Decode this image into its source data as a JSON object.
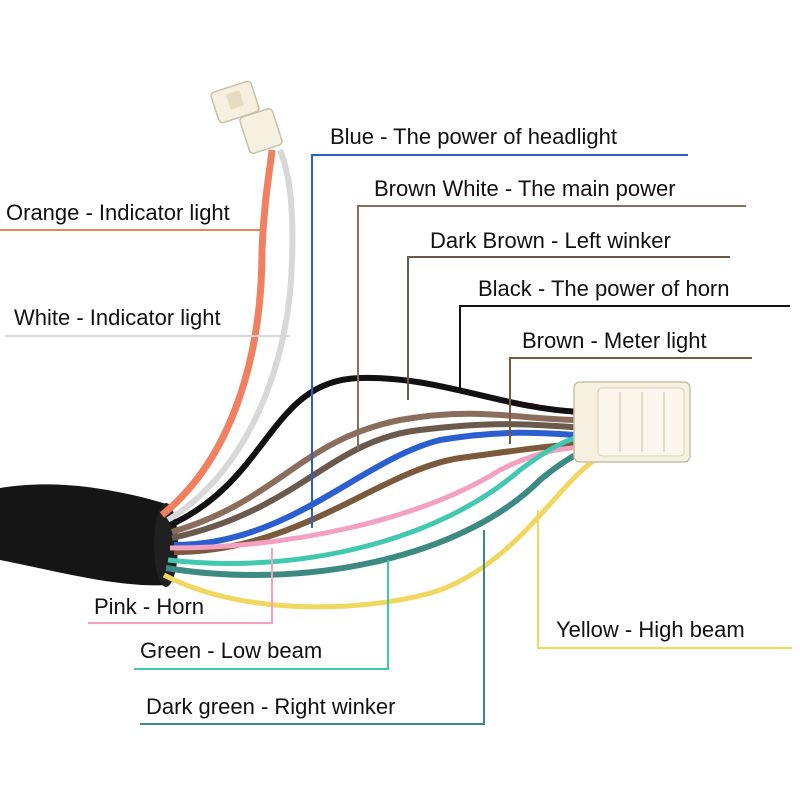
{
  "labels": {
    "orange": "Orange - Indicator light",
    "white": "White - Indicator light",
    "blue": "Blue - The power of headlight",
    "brown_white": "Brown White - The main power",
    "dark_brown": "Dark Brown - Left winker",
    "black": "Black - The power of horn",
    "brown": "Brown - Meter light",
    "pink": "Pink - Horn",
    "green": "Green - Low beam",
    "dark_green": "Dark green - Right winker",
    "yellow": "Yellow - High beam"
  },
  "colors": {
    "orange": "#f08060",
    "white": "#d8d8d8",
    "blue": "#2b5fd0",
    "brown_white": "#8a6d5c",
    "dark_brown": "#6a5a4e",
    "black": "#111111",
    "brown": "#7a5a3a",
    "pink": "#f4a0c0",
    "green": "#40c8b0",
    "dark_green": "#3d8a82",
    "yellow": "#f0d860",
    "sheath": "#151515",
    "connector": "#f5f0e0"
  }
}
